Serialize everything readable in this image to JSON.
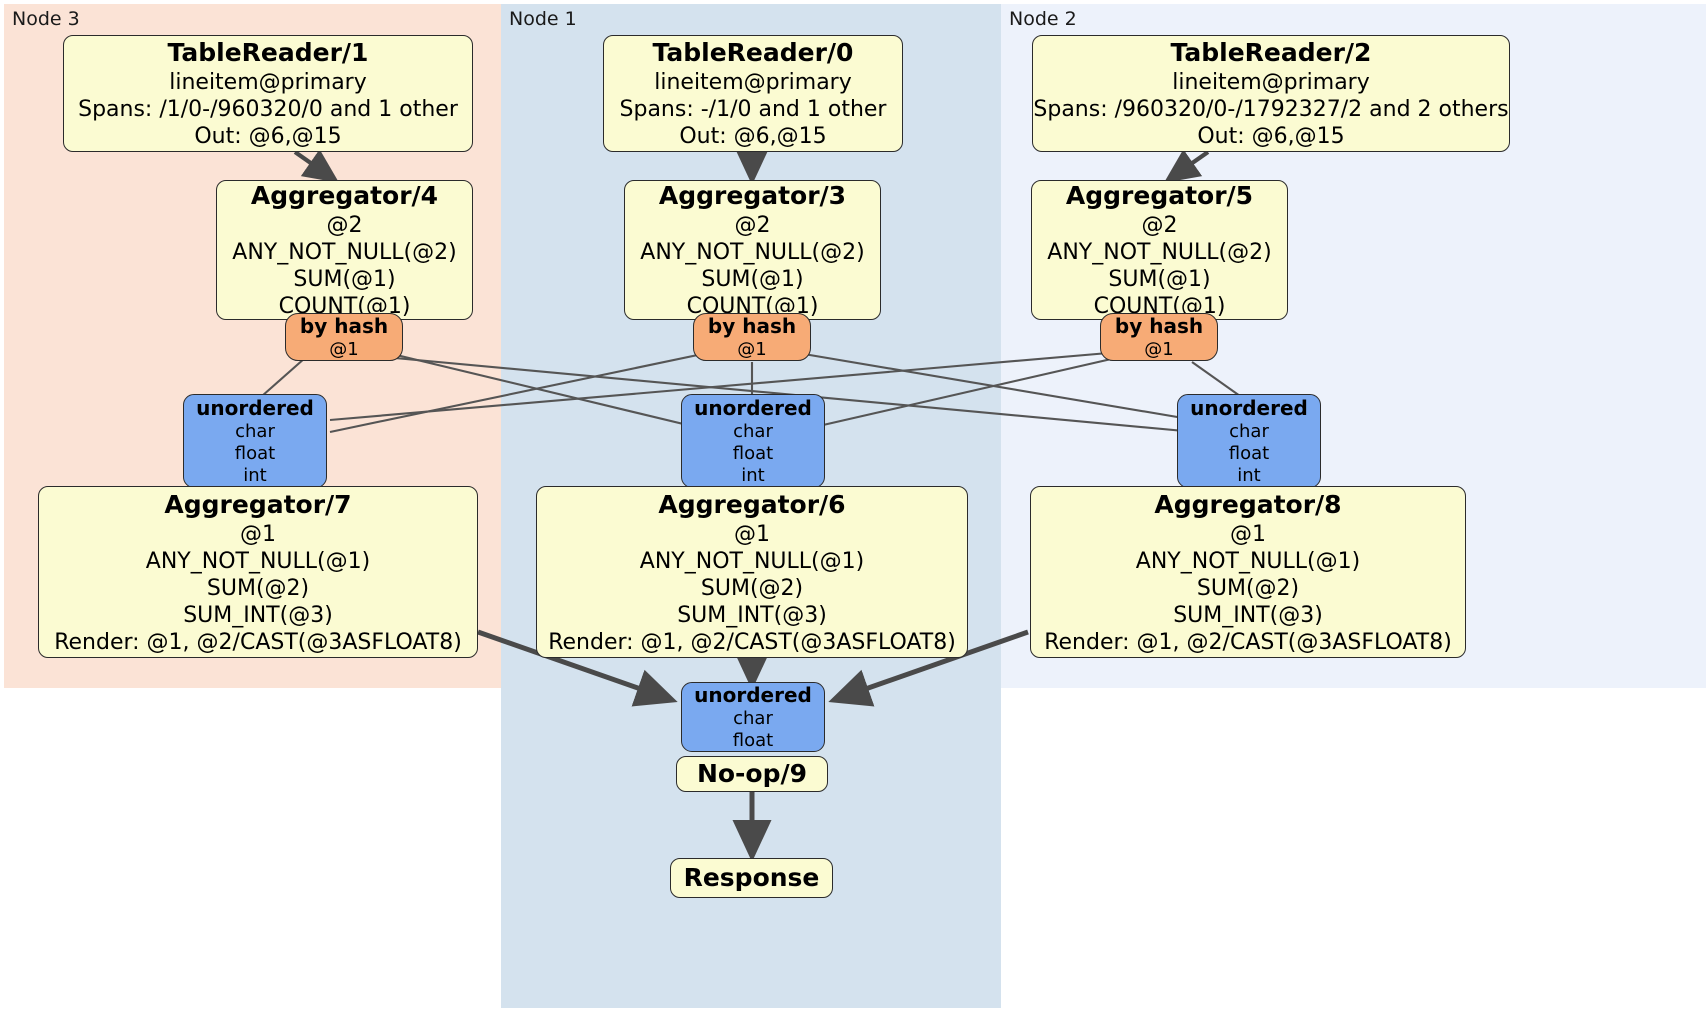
{
  "diagram": {
    "type": "distributed-query-plan",
    "title": "Distributed query plan across 3 nodes",
    "colors": {
      "node3_panel": "#fbe3d6",
      "node1_panel": "#d4e2ee",
      "node2_panel": "#edf2fb",
      "processor_box": "#fbfbd2",
      "router_box": "#f7ab76",
      "synchronizer_box": "#7aa9f0",
      "border": "#2b2b2b",
      "edge_thin": "#555555",
      "edge_thick": "#4a4a4a"
    }
  },
  "panels": [
    {
      "id": "node3",
      "label": "Node 3"
    },
    {
      "id": "node1",
      "label": "Node 1"
    },
    {
      "id": "node2",
      "label": "Node 2"
    }
  ],
  "nodes": {
    "tablereader1": {
      "title": "TableReader/1",
      "lines": [
        "lineitem@primary",
        "Spans: /1/0-/960320/0 and 1 other",
        "Out: @6,@15"
      ]
    },
    "tablereader0": {
      "title": "TableReader/0",
      "lines": [
        "lineitem@primary",
        "Spans: -/1/0 and 1 other",
        "Out: @6,@15"
      ]
    },
    "tablereader2": {
      "title": "TableReader/2",
      "lines": [
        "lineitem@primary",
        "Spans: /960320/0-/1792327/2 and 2 others",
        "Out: @6,@15"
      ]
    },
    "aggregator4": {
      "title": "Aggregator/4",
      "lines": [
        "@2",
        "ANY_NOT_NULL(@2)",
        "SUM(@1)",
        "COUNT(@1)"
      ]
    },
    "aggregator3": {
      "title": "Aggregator/3",
      "lines": [
        "@2",
        "ANY_NOT_NULL(@2)",
        "SUM(@1)",
        "COUNT(@1)"
      ]
    },
    "aggregator5": {
      "title": "Aggregator/5",
      "lines": [
        "@2",
        "ANY_NOT_NULL(@2)",
        "SUM(@1)",
        "COUNT(@1)"
      ]
    },
    "byhash_left": {
      "title": "by hash",
      "lines": [
        "@1"
      ]
    },
    "byhash_mid": {
      "title": "by hash",
      "lines": [
        "@1"
      ]
    },
    "byhash_right": {
      "title": "by hash",
      "lines": [
        "@1"
      ]
    },
    "unordered_left": {
      "title": "unordered",
      "lines": [
        "char",
        "float",
        "int"
      ]
    },
    "unordered_mid": {
      "title": "unordered",
      "lines": [
        "char",
        "float",
        "int"
      ]
    },
    "unordered_right": {
      "title": "unordered",
      "lines": [
        "char",
        "float",
        "int"
      ]
    },
    "aggregator7": {
      "title": "Aggregator/7",
      "lines": [
        "@1",
        "ANY_NOT_NULL(@1)",
        "SUM(@2)",
        "SUM_INT(@3)",
        "Render: @1, @2/CAST(@3ASFLOAT8)"
      ]
    },
    "aggregator6": {
      "title": "Aggregator/6",
      "lines": [
        "@1",
        "ANY_NOT_NULL(@1)",
        "SUM(@2)",
        "SUM_INT(@3)",
        "Render: @1, @2/CAST(@3ASFLOAT8)"
      ]
    },
    "aggregator8": {
      "title": "Aggregator/8",
      "lines": [
        "@1",
        "ANY_NOT_NULL(@1)",
        "SUM(@2)",
        "SUM_INT(@3)",
        "Render: @1, @2/CAST(@3ASFLOAT8)"
      ]
    },
    "unordered_final": {
      "title": "unordered",
      "lines": [
        "char",
        "float"
      ]
    },
    "noop9": {
      "title": "No-op/9",
      "lines": []
    },
    "response": {
      "title": "Response",
      "lines": []
    }
  }
}
